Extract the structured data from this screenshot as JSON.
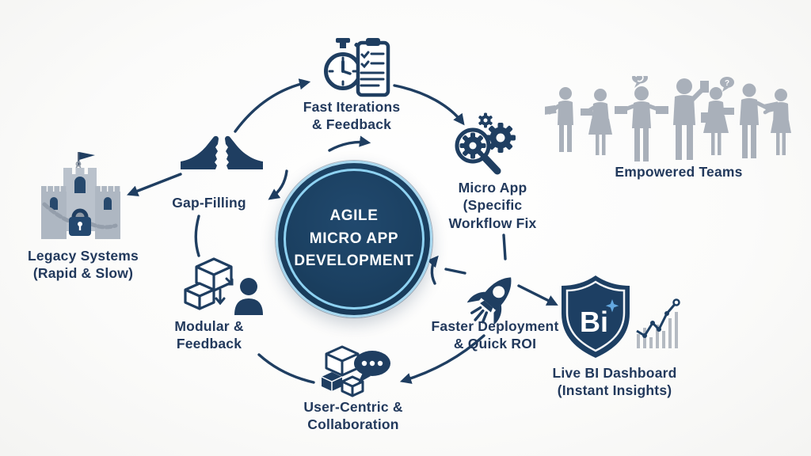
{
  "diagram": {
    "center": {
      "title": "AGILE\nMICRO APP\nDEVELOPMENT"
    },
    "nodes": {
      "fast_iterations": {
        "label": "Fast Iterations\n& Feedback"
      },
      "micro_app": {
        "label": "Micro App\n(Specific\nWorkflow Fix"
      },
      "empowered_teams": {
        "label": "Empowered Teams"
      },
      "gap_filling": {
        "label": "Gap-Filling"
      },
      "legacy_systems": {
        "label": "Legacy Systems\n(Rapid & Slow)"
      },
      "modular_feedback": {
        "label": "Modular &\nFeedback"
      },
      "user_centric": {
        "label": "User-Centric &\nCollaboration"
      },
      "faster_deployment": {
        "label": "Faster Deployment\n& Quick ROI"
      },
      "live_bi": {
        "label": "Live BI Dashboard\n(Instant Insights)"
      }
    },
    "icons": {
      "fast_iterations": "stopwatch-checklist-icon",
      "micro_app": "gears-magnifier-icon",
      "empowered_teams": "people-silhouettes-icon",
      "gap_filling": "broken-bridge-icon",
      "legacy_systems": "castle-lock-icon",
      "modular_feedback": "cubes-person-icon",
      "user_centric": "cubes-chat-icon",
      "faster_deployment": "rocket-icon",
      "live_bi": "bi-shield-chart-icon"
    },
    "colors": {
      "navy": "#1f3e61",
      "text_navy": "#22395c",
      "circle_fill": "#1b4061",
      "circle_ring": "#8ed2f2",
      "silhouette_gray": "#a9b0ba",
      "castle_gray": "#b9c1cb",
      "chart_bar_gray": "#b4bac2",
      "sparkle_blue": "#63a8e0",
      "background": "#fbfbfa"
    }
  }
}
